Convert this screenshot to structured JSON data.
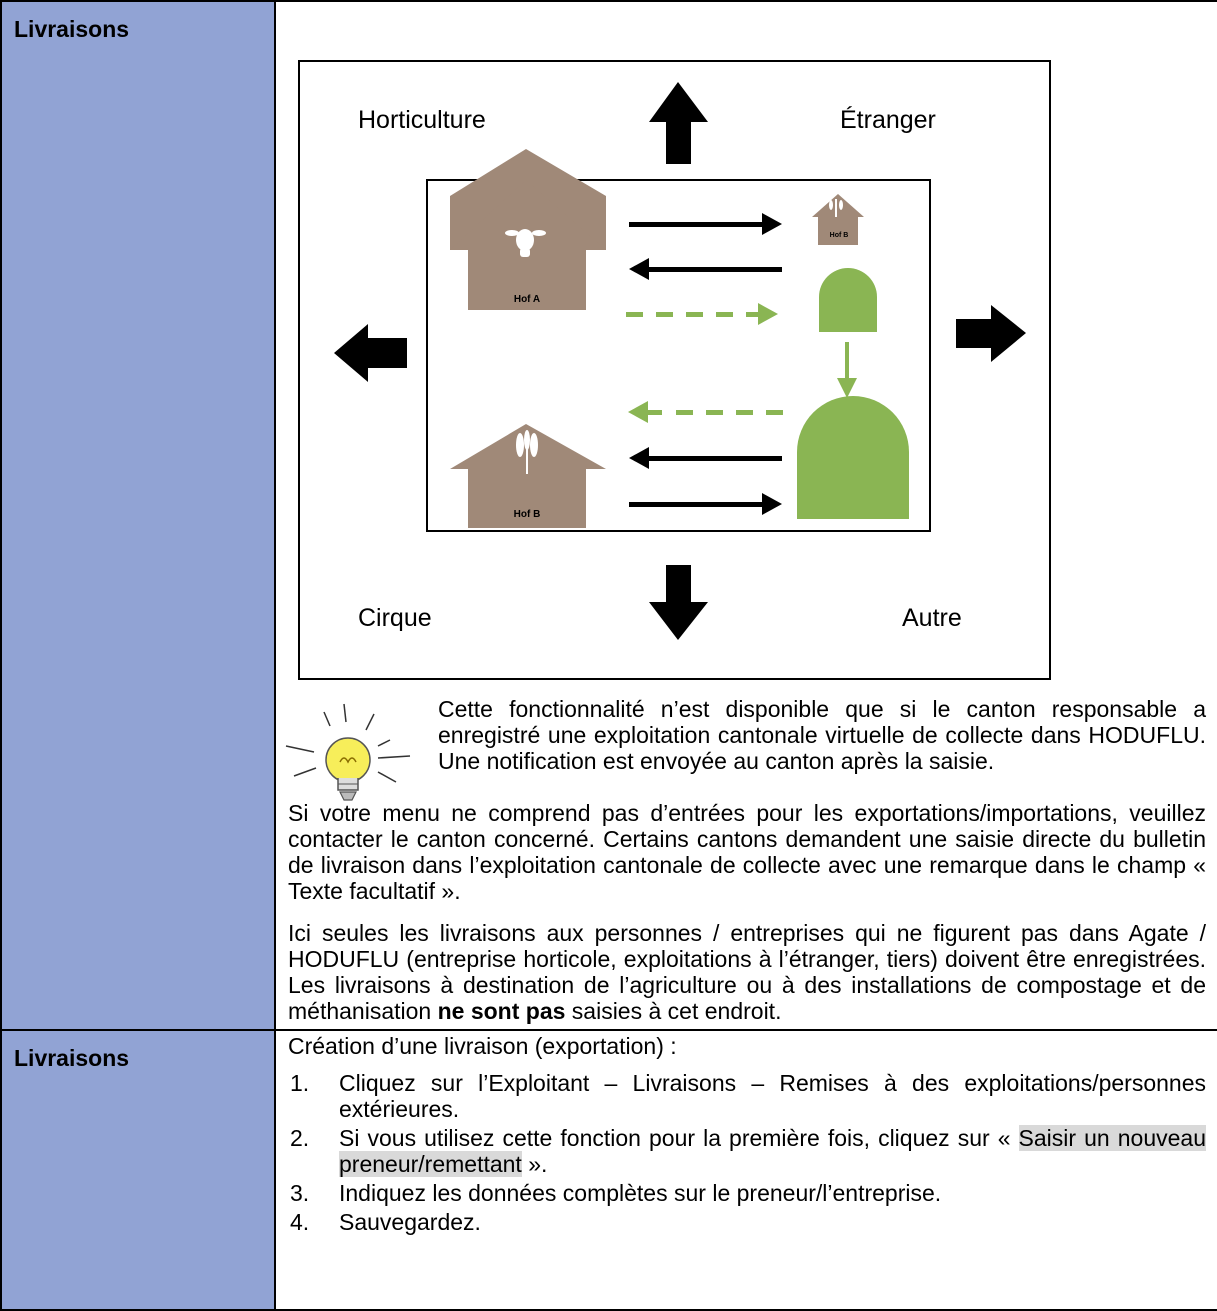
{
  "rows": [
    {
      "label": "Livraisons"
    },
    {
      "label": "Livraisons"
    }
  ],
  "figure": {
    "corners": {
      "top_left": "Horticulture",
      "top_right": "Étranger",
      "bottom_left": "Cirque",
      "bottom_right": "Autre"
    },
    "farms": {
      "hof_a": "Hof A",
      "hof_b": "Hof B",
      "hof_b_small": "Hof B"
    },
    "colors": {
      "farm": "#a08978",
      "green": "#8ab553",
      "arrow": "#000000"
    }
  },
  "tip": {
    "text_top": "Cette fonctionnalité n’est disponible que si le canton responsable a enregistré une exploitation cantonale virtuelle de collecte dans HODUFLU. Une notification est envoyée au canton après la saisie.",
    "text_rest": "Si votre menu ne comprend pas d’entrées pour les exportations/importations, veuillez contacter le canton concerné. Certains cantons demandent une saisie directe du bulletin de livraison dans l’exploitation cantonale de collecte avec une remarque dans le champ « Texte facultatif »."
  },
  "para2": {
    "before_bold": "Ici seules les livraisons aux personnes / entreprises qui ne figurent pas dans Agate / HODUFLU (entreprise horticole, exploitations à l’étranger, tiers) doivent être enregistrées. Les livraisons à destination de l’agriculture ou à des installations de compostage et de méthanisation ",
    "bold": "ne sont pas",
    "after_bold": " saisies à cet endroit."
  },
  "steps": {
    "title": "Création d’une livraison (exportation) :",
    "items": [
      {
        "num": "1.",
        "text": "Cliquez sur l’Exploitant – Livraisons – Remises à des exploitations/personnes extérieures."
      },
      {
        "num": "2.",
        "before": "Si vous utilisez cette fonction pour la première fois, cliquez sur « ",
        "highlight": "Saisir un nouveau preneur/remettant",
        "after": " »."
      },
      {
        "num": "3.",
        "text": "Indiquez les données complètes sur le preneur/l’entreprise."
      },
      {
        "num": "4.",
        "text": "Sauvegardez."
      }
    ]
  }
}
